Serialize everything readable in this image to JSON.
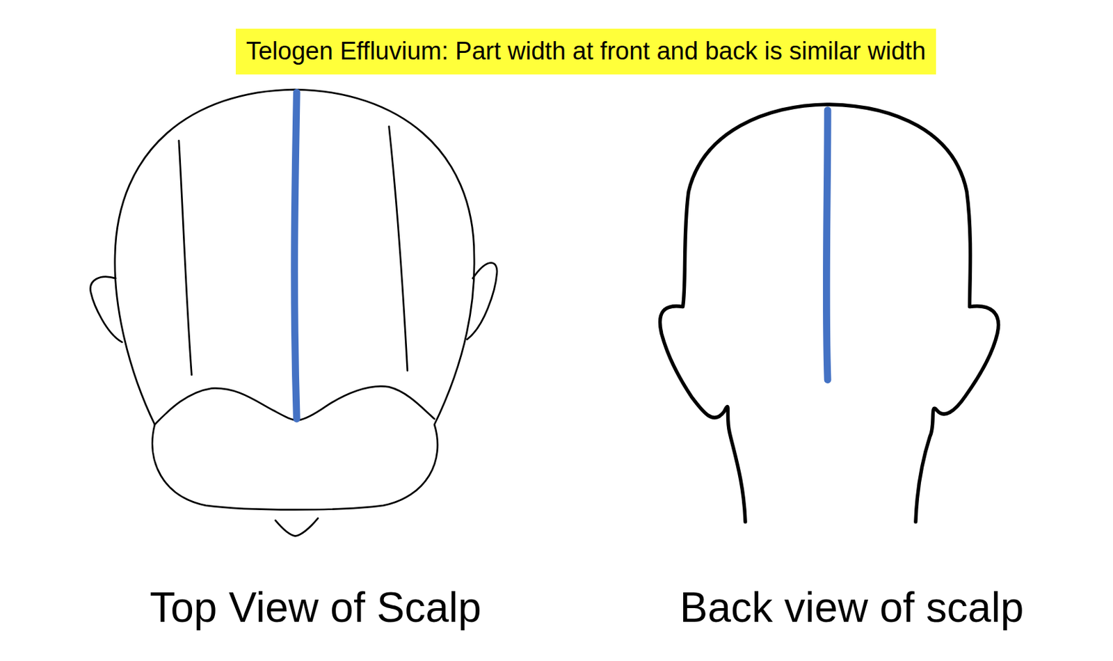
{
  "diagram": {
    "title": "Telogen Effluvium: Part width at front and back is similar width",
    "labels": [
      "Top View of Scalp",
      "Back view of scalp"
    ]
  }
}
